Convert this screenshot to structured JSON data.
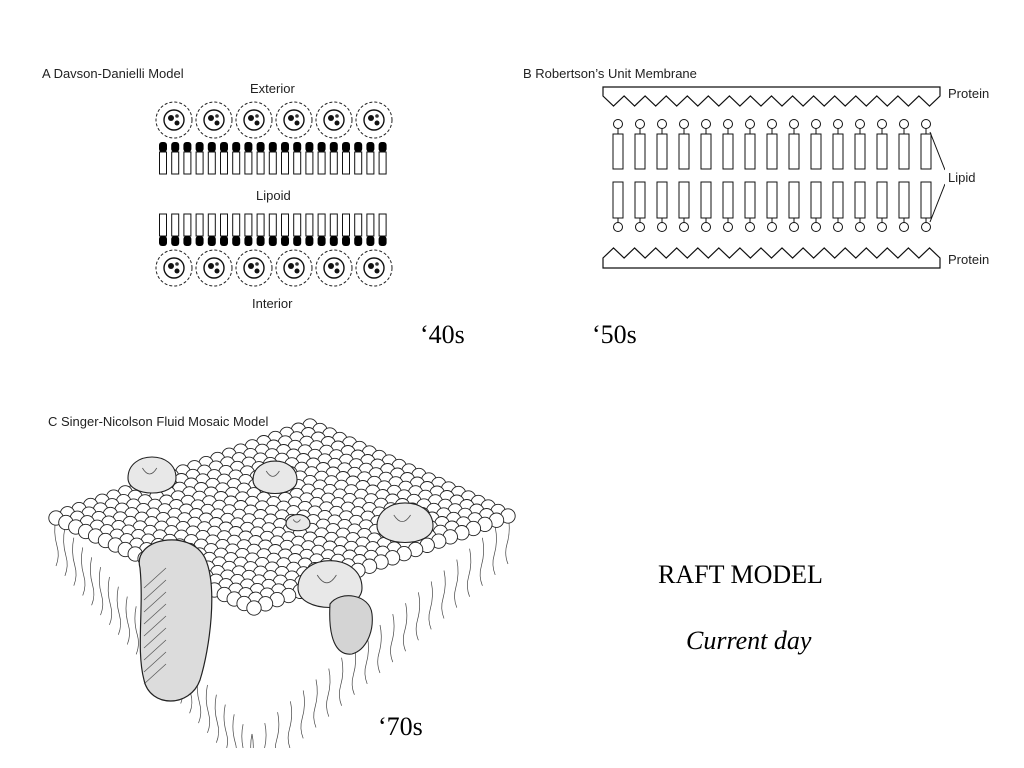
{
  "panel_a": {
    "title": "A  Davson-Danielli Model",
    "exterior_label": "Exterior",
    "lipoid_label": "Lipoid",
    "interior_label": "Interior"
  },
  "panel_b": {
    "title": "B  Robertson’s Unit Membrane",
    "protein_top_label": "Protein",
    "lipid_label": "Lipid",
    "protein_bottom_label": "Protein"
  },
  "panel_c": {
    "title": "C  Singer-Nicolson Fluid Mosaic Model"
  },
  "eras": {
    "a": "‘40s",
    "b": "‘50s",
    "c": "‘70s"
  },
  "raft": {
    "title": "RAFT MODEL",
    "subtitle": "Current day"
  }
}
